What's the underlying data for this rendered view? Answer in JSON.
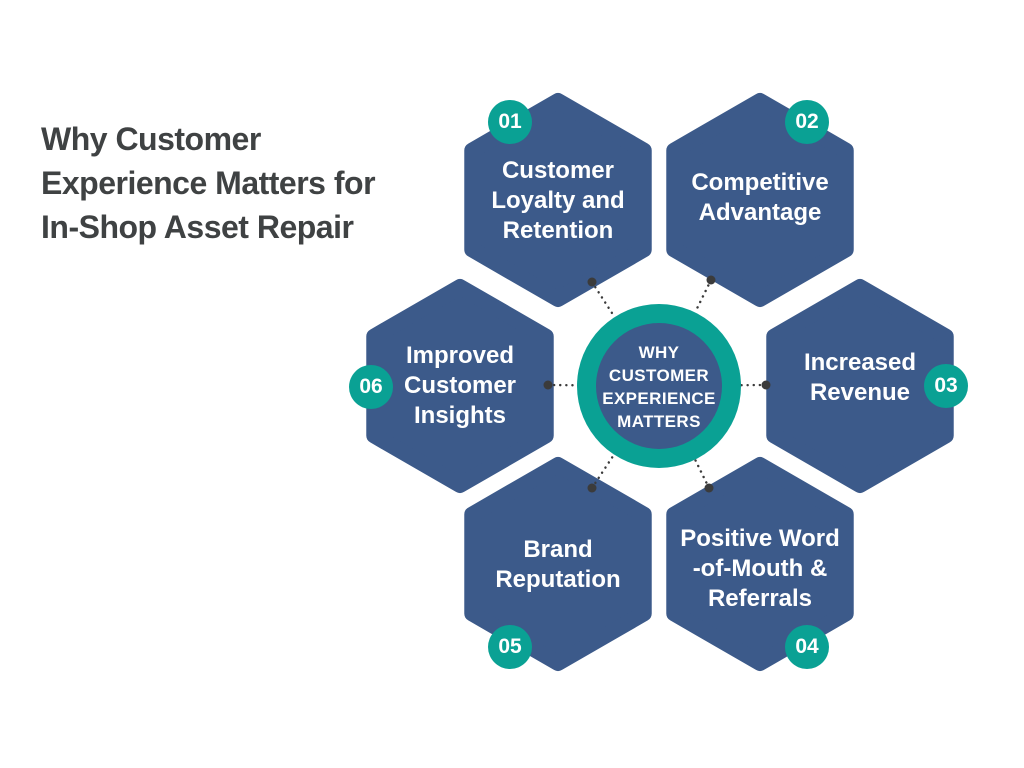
{
  "title": {
    "full": "Why Customer Experience Matters for In-Shop Asset Repair",
    "lines": [
      "Why Customer",
      "Experience Matters for",
      "In-Shop Asset Repair"
    ]
  },
  "center": {
    "full": "WHY CUSTOMER EXPERIENCE MATTERS",
    "lines": [
      "WHY",
      "CUSTOMER",
      "EXPERIENCE",
      "MATTERS"
    ]
  },
  "hexagons": [
    {
      "number": "01",
      "label": "Customer Loyalty and Retention",
      "lines": [
        "Customer",
        "Loyalty and",
        "Retention"
      ]
    },
    {
      "number": "02",
      "label": "Competitive Advantage",
      "lines": [
        "Competitive",
        "Advantage"
      ]
    },
    {
      "number": "03",
      "label": "Increased Revenue",
      "lines": [
        "Increased",
        "Revenue"
      ]
    },
    {
      "number": "04",
      "label": "Positive Word-of-Mouth & Referrals",
      "lines": [
        "Positive Word",
        "-of-Mouth &",
        "Referrals"
      ]
    },
    {
      "number": "05",
      "label": "Brand Reputation",
      "lines": [
        "Brand",
        "Reputation"
      ]
    },
    {
      "number": "06",
      "label": "Improved Customer Insights",
      "lines": [
        "Improved",
        "Customer",
        "Insights"
      ]
    }
  ],
  "colors": {
    "accent_teal": "#0AA194",
    "node_blue": "#3C5A8A",
    "connector_gray": "#3B3B3B",
    "title_text": "#3F4243",
    "label_text": "#FFFFFF",
    "background": "#FFFFFF"
  }
}
